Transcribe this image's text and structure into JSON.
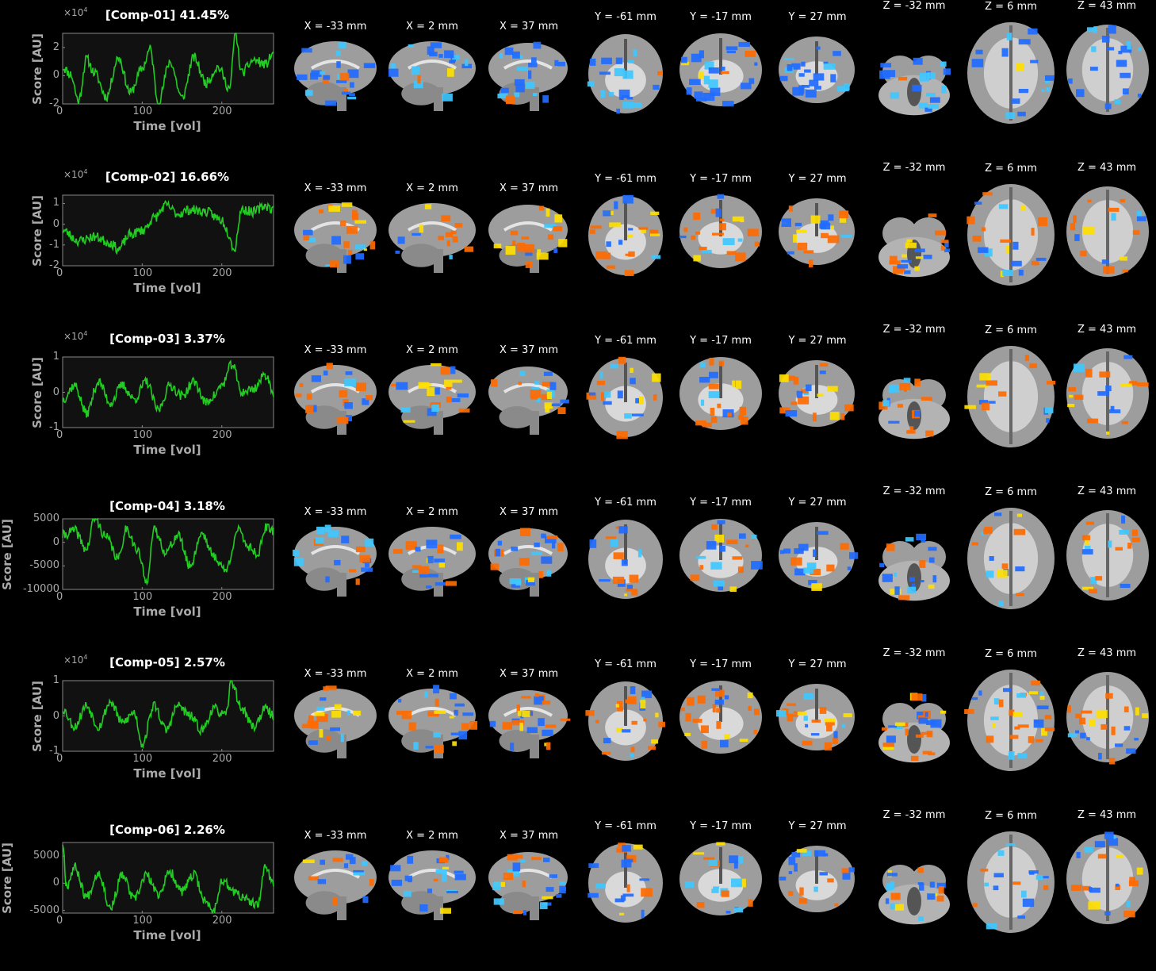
{
  "figure": {
    "x_axis_label": "Time [vol]",
    "y_axis_label": "Score [AU]",
    "x_ticks": [
      "0",
      "100",
      "200"
    ],
    "exponent_label": "×10",
    "exponent_power": "4"
  },
  "slice_labels": [
    "X = -33 mm",
    "X = 2 mm",
    "X = 37 mm",
    "Y = -61 mm",
    "Y = -17 mm",
    "Y = 27 mm",
    "Z = -32 mm",
    "Z = 6 mm",
    "Z = 43 mm"
  ],
  "colors": {
    "trace": "#22cc22",
    "positive": "#ff6a00",
    "positive_peak": "#ffe000",
    "negative": "#1f6bff",
    "negative_peak": "#3fc8ff",
    "brain": "#b9b9b9"
  },
  "chart_data": [
    {
      "type": "line",
      "title": "[Comp-01] 41.45%",
      "scaled": true,
      "ylim": [
        -2,
        3
      ],
      "y_ticks": [
        "-2",
        "0",
        "2"
      ],
      "y_tick_values": [
        -2,
        0,
        2
      ],
      "xlim": [
        0,
        265
      ],
      "seed": 11,
      "anchors": [
        [
          0,
          0.6
        ],
        [
          10,
          0.1
        ],
        [
          20,
          -1.8
        ],
        [
          30,
          1.2
        ],
        [
          40,
          0.2
        ],
        [
          55,
          -1.5
        ],
        [
          70,
          1.3
        ],
        [
          85,
          -1.2
        ],
        [
          100,
          0.5
        ],
        [
          110,
          1.9
        ],
        [
          120,
          -1.9
        ],
        [
          135,
          1.0
        ],
        [
          150,
          -1.6
        ],
        [
          165,
          1.3
        ],
        [
          180,
          -0.5
        ],
        [
          195,
          0.6
        ],
        [
          210,
          -0.9
        ],
        [
          217,
          3.0
        ],
        [
          225,
          0.2
        ],
        [
          240,
          1.1
        ],
        [
          255,
          0.8
        ],
        [
          265,
          1.6
        ]
      ]
    },
    {
      "type": "line",
      "title": "[Comp-02] 16.66%",
      "scaled": true,
      "ylim": [
        -2,
        1.4
      ],
      "y_ticks": [
        "-2",
        "-1",
        "0",
        "1"
      ],
      "y_tick_values": [
        -2,
        -1,
        0,
        1
      ],
      "xlim": [
        0,
        265
      ],
      "seed": 23,
      "anchors": [
        [
          0,
          -0.3
        ],
        [
          20,
          -0.8
        ],
        [
          40,
          -0.6
        ],
        [
          60,
          -0.9
        ],
        [
          70,
          -1.2
        ],
        [
          85,
          -0.5
        ],
        [
          100,
          -0.3
        ],
        [
          115,
          0.3
        ],
        [
          130,
          0.9
        ],
        [
          145,
          0.5
        ],
        [
          160,
          0.7
        ],
        [
          180,
          0.6
        ],
        [
          200,
          0.2
        ],
        [
          210,
          -0.5
        ],
        [
          215,
          -1.3
        ],
        [
          225,
          0.7
        ],
        [
          240,
          0.6
        ],
        [
          255,
          0.9
        ],
        [
          265,
          0.7
        ]
      ]
    },
    {
      "type": "line",
      "title": "[Comp-03] 3.37%",
      "scaled": true,
      "ylim": [
        -1,
        1
      ],
      "y_ticks": [
        "-1",
        "0",
        "1"
      ],
      "y_tick_values": [
        -1,
        0,
        1
      ],
      "xlim": [
        0,
        265
      ],
      "seed": 37,
      "anchors": [
        [
          0,
          -0.2
        ],
        [
          15,
          0.2
        ],
        [
          30,
          -0.6
        ],
        [
          45,
          0.3
        ],
        [
          60,
          -0.3
        ],
        [
          75,
          0.2
        ],
        [
          90,
          -0.2
        ],
        [
          105,
          0.3
        ],
        [
          120,
          -0.5
        ],
        [
          135,
          0.2
        ],
        [
          150,
          -0.1
        ],
        [
          165,
          0.3
        ],
        [
          180,
          -0.3
        ],
        [
          190,
          -0.1
        ],
        [
          200,
          0.2
        ],
        [
          213,
          0.8
        ],
        [
          225,
          0.0
        ],
        [
          240,
          0.1
        ],
        [
          255,
          0.5
        ],
        [
          265,
          0.0
        ]
      ]
    },
    {
      "type": "line",
      "title": "[Comp-04] 3.18%",
      "scaled": false,
      "ylim": [
        -10000,
        5000
      ],
      "y_ticks": [
        "-10000",
        "-5000",
        "0",
        "5000"
      ],
      "y_tick_values": [
        -10000,
        -5000,
        0,
        5000
      ],
      "xlim": [
        0,
        265
      ],
      "seed": 41,
      "anchors": [
        [
          0,
          1500
        ],
        [
          15,
          2500
        ],
        [
          30,
          -1500
        ],
        [
          40,
          5000
        ],
        [
          55,
          1000
        ],
        [
          70,
          -3500
        ],
        [
          80,
          3000
        ],
        [
          95,
          -2000
        ],
        [
          105,
          -8500
        ],
        [
          115,
          2500
        ],
        [
          130,
          -2000
        ],
        [
          145,
          1500
        ],
        [
          160,
          -5000
        ],
        [
          175,
          2000
        ],
        [
          190,
          -3000
        ],
        [
          205,
          -6000
        ],
        [
          220,
          2500
        ],
        [
          235,
          -1000
        ],
        [
          245,
          -2500
        ],
        [
          255,
          3000
        ],
        [
          265,
          2500
        ]
      ]
    },
    {
      "type": "line",
      "title": "[Comp-05] 2.57%",
      "scaled": true,
      "ylim": [
        -1,
        1
      ],
      "y_ticks": [
        "-1",
        "0",
        "1"
      ],
      "y_tick_values": [
        -1,
        0,
        1
      ],
      "xlim": [
        0,
        265
      ],
      "seed": 53,
      "anchors": [
        [
          0,
          0.2
        ],
        [
          15,
          -0.3
        ],
        [
          30,
          0.3
        ],
        [
          45,
          -0.3
        ],
        [
          60,
          0.4
        ],
        [
          75,
          -0.2
        ],
        [
          90,
          0.1
        ],
        [
          100,
          -0.8
        ],
        [
          115,
          0.3
        ],
        [
          130,
          -0.4
        ],
        [
          145,
          0.3
        ],
        [
          160,
          0.0
        ],
        [
          175,
          -0.4
        ],
        [
          190,
          0.2
        ],
        [
          205,
          0.0
        ],
        [
          212,
          1.0
        ],
        [
          225,
          0.2
        ],
        [
          240,
          -0.3
        ],
        [
          255,
          0.2
        ],
        [
          265,
          0.0
        ]
      ]
    },
    {
      "type": "line",
      "title": "[Comp-06] 2.26%",
      "scaled": false,
      "ylim": [
        -5500,
        7500
      ],
      "y_ticks": [
        "-5000",
        "0",
        "5000"
      ],
      "y_tick_values": [
        -5000,
        0,
        5000
      ],
      "xlim": [
        0,
        265
      ],
      "seed": 67,
      "anchors": [
        [
          0,
          7500
        ],
        [
          5,
          -500
        ],
        [
          15,
          3000
        ],
        [
          30,
          -2500
        ],
        [
          45,
          2000
        ],
        [
          60,
          -4500
        ],
        [
          75,
          1500
        ],
        [
          90,
          -3000
        ],
        [
          105,
          1500
        ],
        [
          120,
          -2000
        ],
        [
          135,
          2000
        ],
        [
          150,
          -1500
        ],
        [
          165,
          1500
        ],
        [
          180,
          -3500
        ],
        [
          190,
          -5000
        ],
        [
          200,
          500
        ],
        [
          215,
          -1500
        ],
        [
          230,
          -3000
        ],
        [
          245,
          -4200
        ],
        [
          255,
          3200
        ],
        [
          265,
          -200
        ]
      ]
    }
  ]
}
